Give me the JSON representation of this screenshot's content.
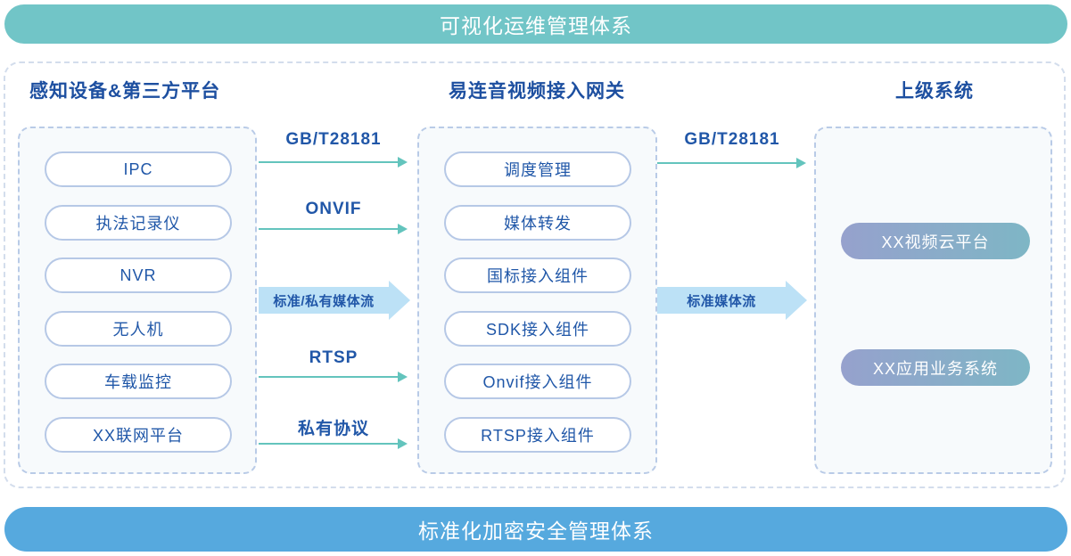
{
  "banners": {
    "top": {
      "label": "可视化运维管理体系",
      "color": "#71c5c7"
    },
    "bottom": {
      "label": "标准化加密安全管理体系",
      "color": "#56a9de"
    }
  },
  "columns": [
    {
      "header": "感知设备&第三方平台",
      "items": [
        "IPC",
        "执法记录仪",
        "NVR",
        "无人机",
        "车载监控",
        "XX联网平台"
      ]
    },
    {
      "header": "易连音视频接入网关",
      "items": [
        "调度管理",
        "媒体转发",
        "国标接入组件",
        "SDK接入组件",
        "Onvif接入组件",
        "RTSP接入组件"
      ]
    },
    {
      "header": "上级系统",
      "items": [
        "XX视频云平台",
        "XX应用业务系统"
      ]
    }
  ],
  "flows": {
    "left_to_middle": [
      {
        "label": "GB/T28181",
        "type": "thin"
      },
      {
        "label": "ONVIF",
        "type": "thin"
      },
      {
        "label": "标准/私有媒体流",
        "type": "big"
      },
      {
        "label": "RTSP",
        "type": "thin"
      },
      {
        "label": "私有协议",
        "type": "thin"
      }
    ],
    "middle_to_right": [
      {
        "label": "GB/T28181",
        "type": "thin"
      },
      {
        "label": "标准媒体流",
        "type": "big"
      }
    ]
  },
  "colors": {
    "top_banner": "#71c5c7",
    "bottom_banner": "#56a9de",
    "header_text": "#1d4fa0",
    "pill_text": "#2057a8",
    "pill_border": "#b6c8e6",
    "dashed_border": "#b9cbe7",
    "thin_arrow": "#63c4bd",
    "big_arrow": "#bce1f6",
    "gradient_start": "#96a1cd",
    "gradient_end": "#7eb6c5"
  }
}
